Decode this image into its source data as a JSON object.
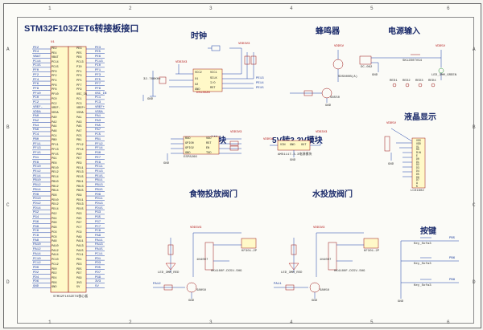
{
  "sections": {
    "stm32": "STM32F103ZET6转接板接口",
    "clock": "时钟",
    "buzzer": "蜂鸣器",
    "power": "电源输入",
    "lcd": "液晶显示",
    "wifi": "WIFI模块",
    "reg": "5V转3.3V模块",
    "food_valve": "食物投放阀门",
    "water_valve": "水投放阀门",
    "keys": "按键"
  },
  "labels": {
    "mcu_name": "STM32F103ZET6核心板",
    "mcu_ref": "U1",
    "vdd5v": "VDD5V",
    "vdd3v3": "VDD3V3",
    "gnd": "GND",
    "rtc_chip": "DS1302N",
    "crystal": "32.768KHz",
    "buzzer_ref": "SDS800B(A)",
    "buzzer_tr": "S8550",
    "dc_jack": "DC-002",
    "switch": "SK12D07VG4",
    "leds": [
      "RED1",
      "RED2",
      "RED3",
      "RED4"
    ],
    "led_green": "LED_3MM_GREEN",
    "lcd_ref": "LCD1602",
    "wifi_ref": "ESP8266",
    "reg_ref": "AMS1117-3.3电源模块",
    "reg_pins": [
      "VIN",
      "GND",
      "OUT"
    ],
    "relay": "HK4100F-DC5V-SHG",
    "relay_port": "KF301-2P",
    "led_red": "LED_3MM_RED",
    "transistor": "S8050",
    "diode": "1N4007",
    "keys": [
      "Key_Sofa3",
      "Key_Sofa3",
      "Key_Sofa3"
    ],
    "key_nets": [
      "PB5",
      "PB6",
      "PB8"
    ],
    "food_net": "PA12",
    "water_net": "PA11",
    "lcd_pins": [
      "VSS",
      "VDD",
      "VL",
      "RS",
      "R/W",
      "E",
      "D0",
      "D1",
      "D2",
      "D3",
      "D4",
      "D5",
      "D6",
      "D7",
      "A",
      "K"
    ],
    "wifi_pins_left": [
      "RXD",
      "GPIO0",
      "GPIO2",
      "GND"
    ],
    "wifi_pins_right": [
      "VDD",
      "RST",
      "EN",
      "TXD"
    ],
    "rtc_pins_left": [
      "VCC2",
      "X1",
      "X2",
      "GND"
    ],
    "rtc_pins_right": [
      "VCC1",
      "SCLK",
      "I/O",
      "RST"
    ],
    "rtc_nets": [
      "PE13",
      "PE14",
      "PE15"
    ],
    "zones_top": [
      "1",
      "2",
      "3",
      "4",
      "5",
      "6"
    ],
    "zones_side": [
      "A",
      "B",
      "C",
      "D"
    ]
  },
  "mcu_pins_left": [
    "PE2",
    "PE4",
    "VBAT",
    "PC14",
    "PC15",
    "PF0",
    "PF2",
    "PF4",
    "PF6",
    "PF8",
    "PF10",
    "PC0",
    "PC2",
    "VREF-",
    "VDDA",
    "PA0",
    "PA2",
    "PA4",
    "PA6",
    "PC4",
    "PB0",
    "PF11",
    "PF13",
    "PF15",
    "PG1",
    "PE8",
    "PE10",
    "PE12",
    "PE14",
    "PB10",
    "PB12",
    "PB14",
    "PD8",
    "PD10",
    "PD12",
    "PD14",
    "PG2",
    "PG4",
    "PG6",
    "PG8",
    "PC6",
    "PC8",
    "PA8",
    "PA10",
    "PA12",
    "PA14",
    "PC10",
    "PC12",
    "PD0",
    "PD2",
    "PD4",
    "PD6",
    "GND"
  ],
  "mcu_pins_right": [
    "PE3",
    "PE5",
    "PE6",
    "PC13",
    "PI0",
    "PF1",
    "PF3",
    "PF5",
    "PF7",
    "PF9",
    "OSC_IN",
    "PC1",
    "PC3",
    "VREF+",
    "VSSA",
    "PA1",
    "PA3",
    "PA5",
    "PA7",
    "PC5",
    "PB1",
    "PF12",
    "PF14",
    "PG0",
    "PE7",
    "PE9",
    "PE11",
    "PE13",
    "PE15",
    "PB11",
    "PB13",
    "PB15",
    "PD9",
    "PD11",
    "PD13",
    "PD15",
    "PG3",
    "PG5",
    "PG7",
    "PC7",
    "PC9",
    "PA9",
    "PA11",
    "PA13",
    "PA15",
    "PC11",
    "PD1",
    "PD3",
    "PD5",
    "PD7",
    "PG9",
    "3V3",
    "5V"
  ]
}
